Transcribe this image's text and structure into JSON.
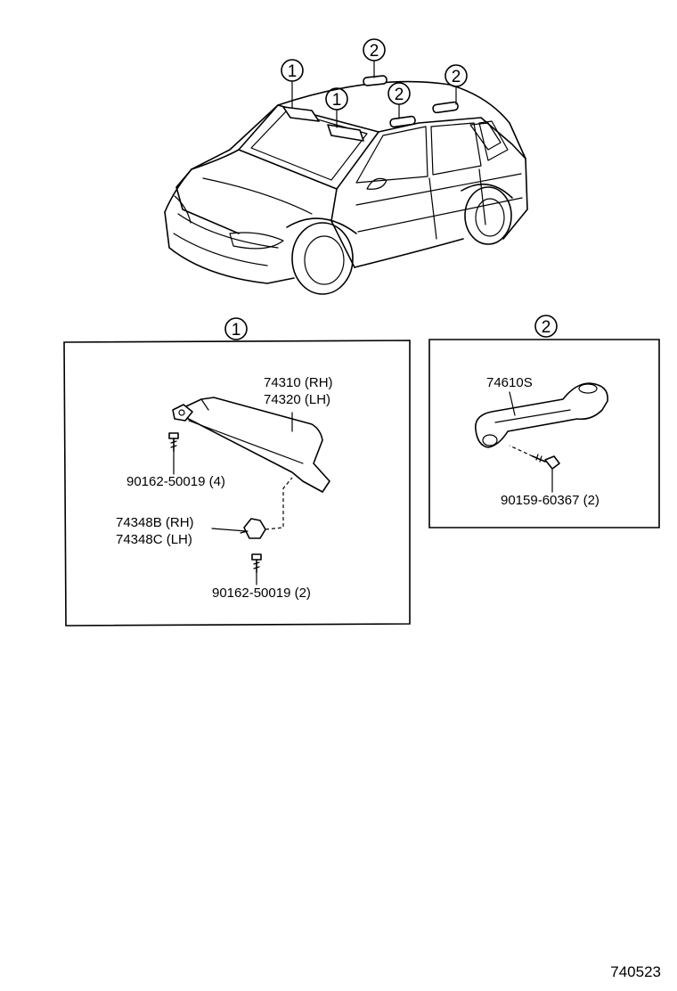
{
  "diagram": {
    "car_callouts": [
      "1",
      "1",
      "2",
      "2",
      "2"
    ],
    "group1": {
      "callout": "1",
      "labels": {
        "visor_rh": "74310 (RH)",
        "visor_lh": "74320 (LH)",
        "screw_top": "90162-50019 (4)",
        "holder_rh": "74348B (RH)",
        "holder_lh": "74348C (LH)",
        "screw_bottom": "90162-50019 (2)"
      }
    },
    "group2": {
      "callout": "2",
      "labels": {
        "grip": "74610S",
        "screw": "90159-60367 (2)"
      }
    },
    "ref_number": "740523"
  }
}
